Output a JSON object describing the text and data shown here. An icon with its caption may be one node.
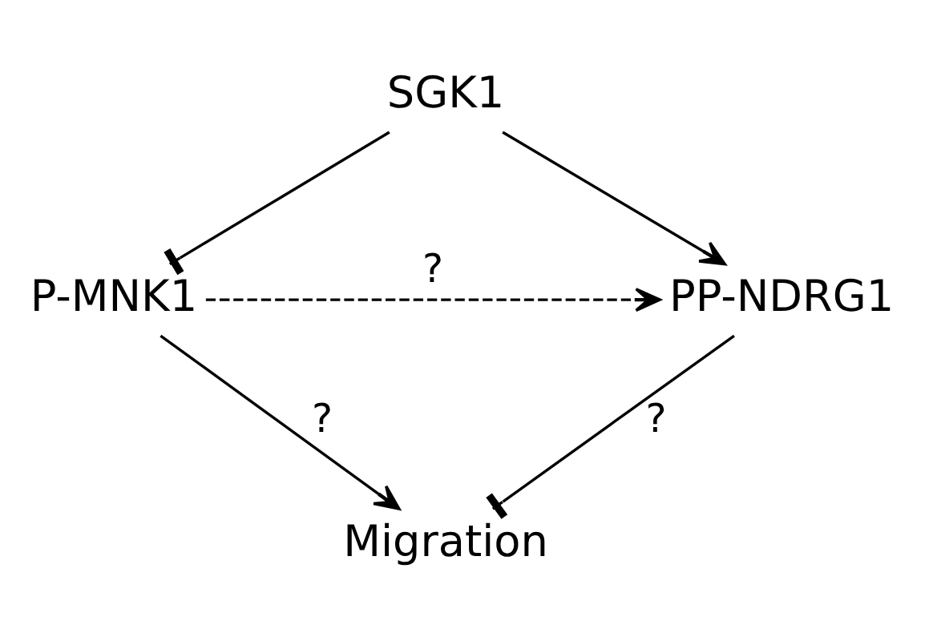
{
  "diagram": {
    "nodes": [
      {
        "text": [
          "SGK1"
        ]
      },
      {
        "text": [
          "P-MNK1"
        ]
      },
      {
        "text": [
          "PP-NDRG1"
        ]
      },
      {
        "text": [
          "Migration"
        ]
      }
    ],
    "edges": [
      {
        "from": 0,
        "to": 1,
        "arrow": "other"
      },
      {
        "from": 0,
        "to": 2,
        "arrow": "to"
      },
      {
        "from": 1,
        "to": 2,
        "arrow": "to",
        "style": "dashed",
        "label": "?"
      },
      {
        "from": 1,
        "to": 3,
        "arrow": "to",
        "label": "?"
      },
      {
        "from": 2,
        "to": 3,
        "arrow": "other",
        "label": "?"
      }
    ]
  }
}
